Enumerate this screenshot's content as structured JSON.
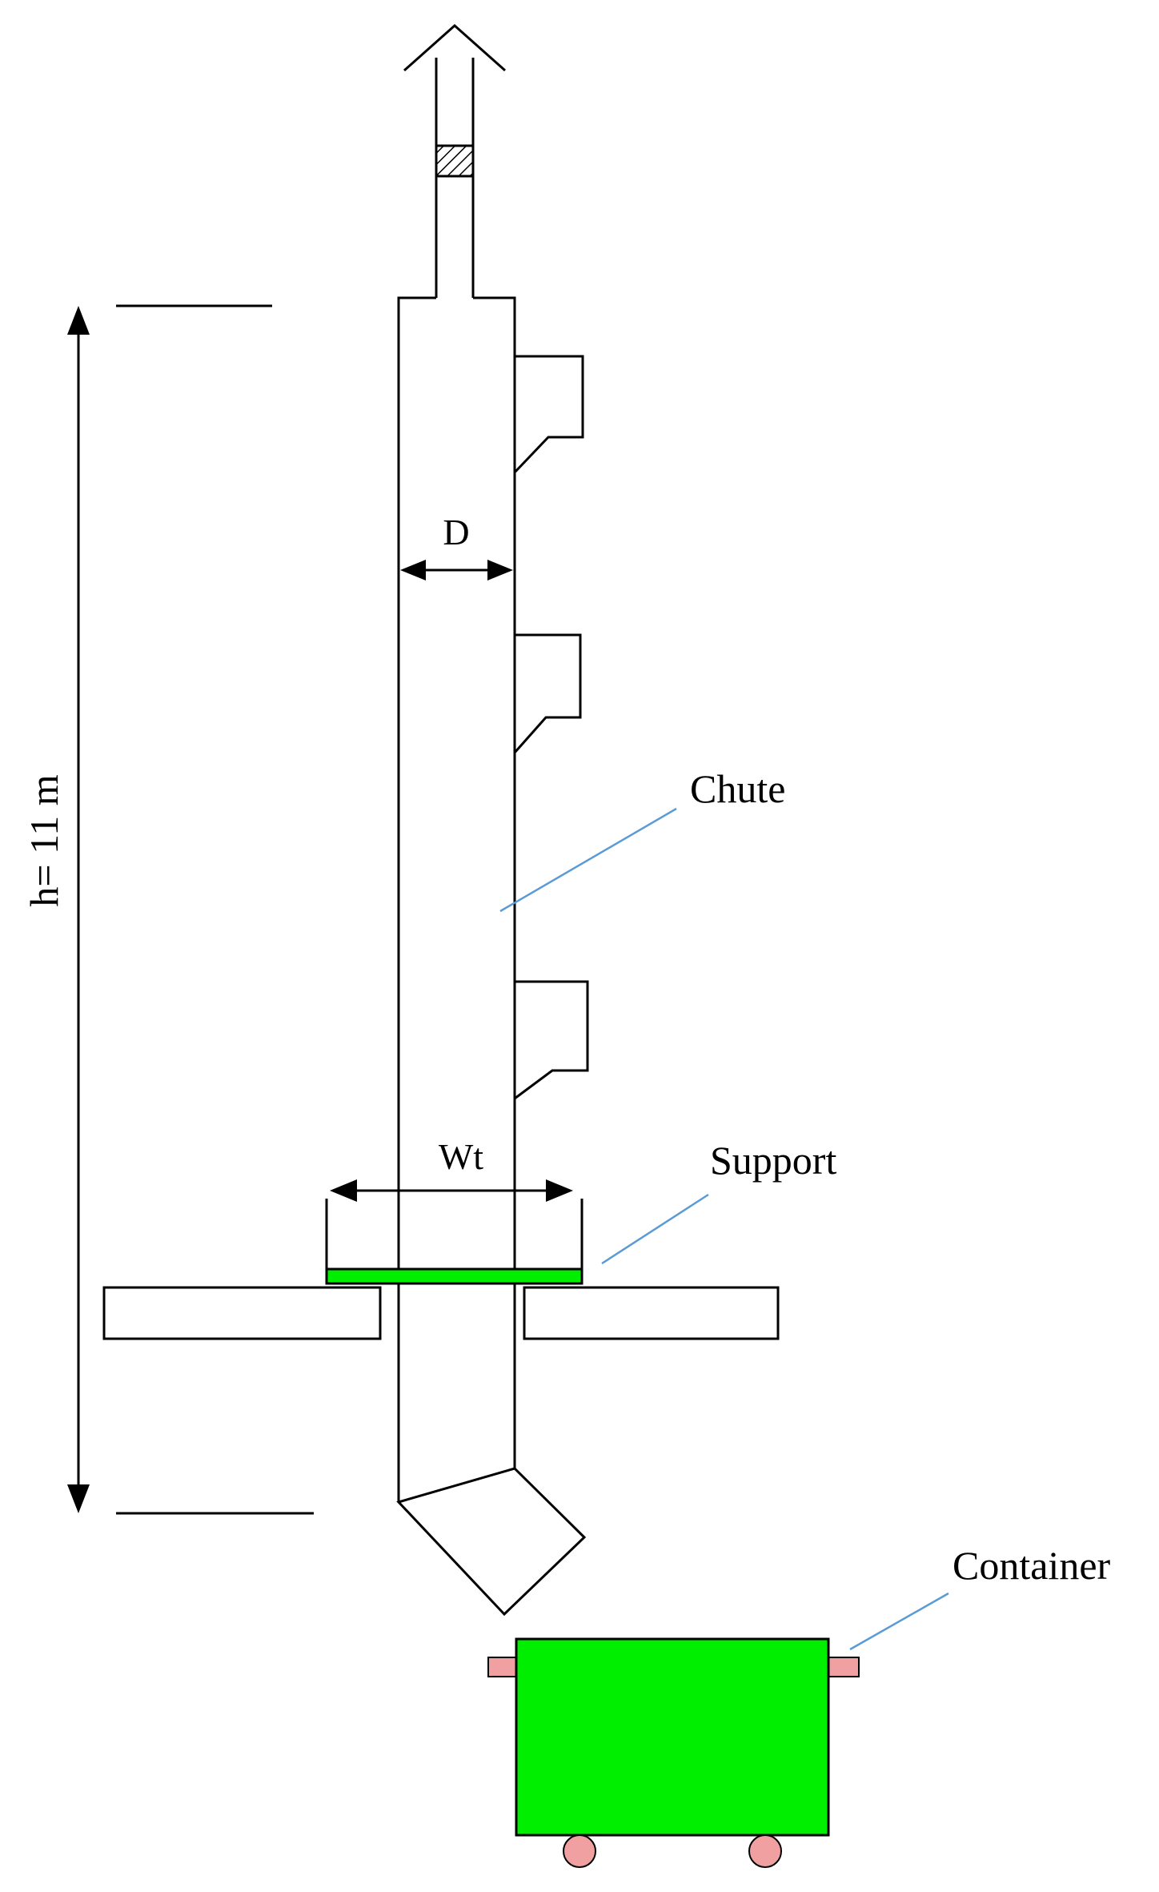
{
  "labels": {
    "height": "h= 11 m",
    "diameter": "D",
    "width": "Wt",
    "chute": "Chute",
    "support": "Support",
    "container": "Container"
  },
  "colors": {
    "support_fill": "#00ee00",
    "container_fill": "#00ee00",
    "wheel_fill": "#f0a0a0",
    "handle_fill": "#f0a0a0",
    "leader_line": "#5b9bd5"
  }
}
